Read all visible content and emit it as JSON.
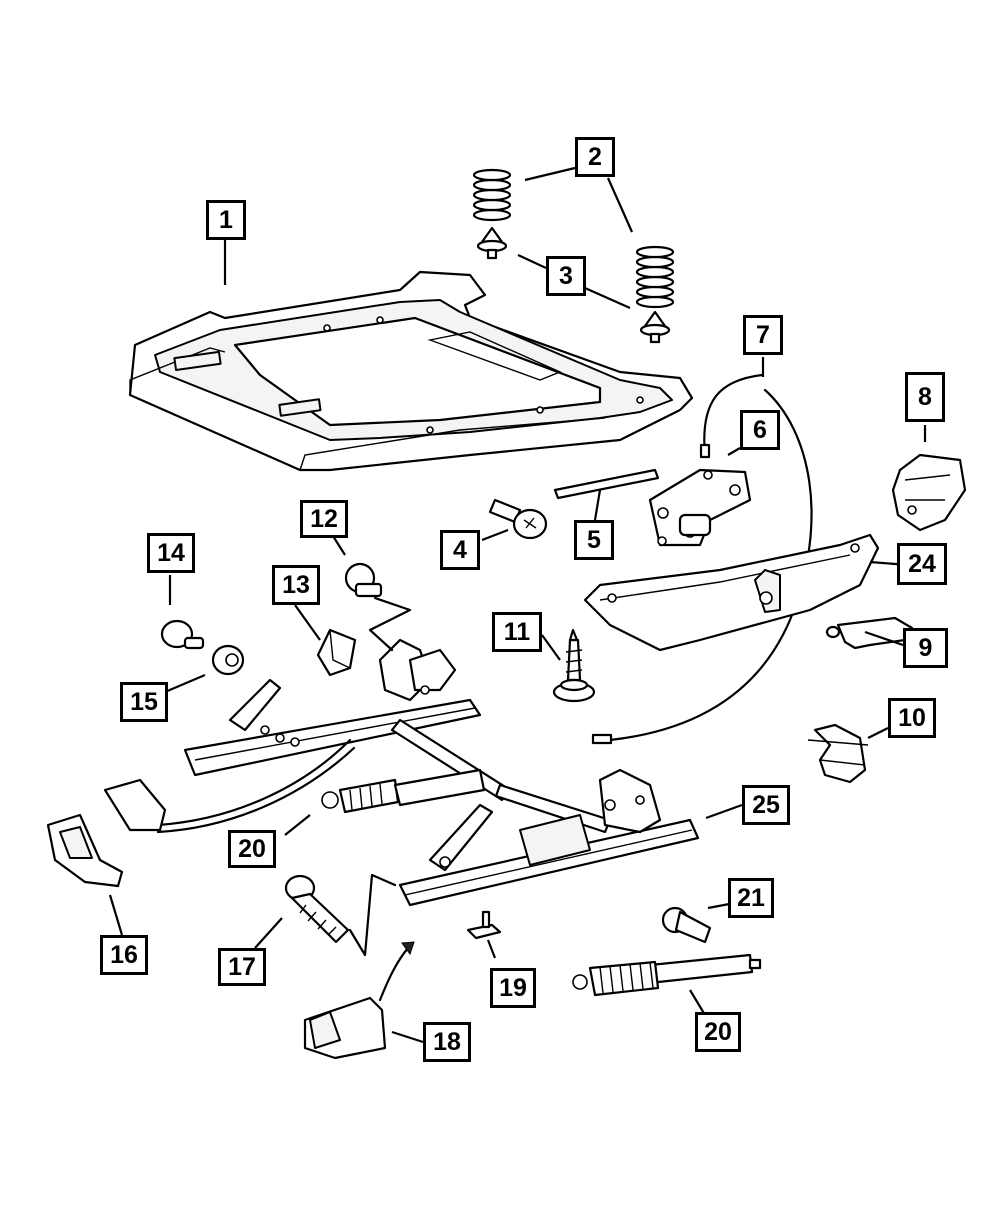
{
  "callouts": [
    {
      "id": "c1",
      "label": "1"
    },
    {
      "id": "c2",
      "label": "2"
    },
    {
      "id": "c3",
      "label": "3"
    },
    {
      "id": "c4",
      "label": "4"
    },
    {
      "id": "c5",
      "label": "5"
    },
    {
      "id": "c6",
      "label": "6"
    },
    {
      "id": "c7",
      "label": "7"
    },
    {
      "id": "c8",
      "label": "8"
    },
    {
      "id": "c9",
      "label": "9"
    },
    {
      "id": "c10",
      "label": "10"
    },
    {
      "id": "c11",
      "label": "11"
    },
    {
      "id": "c12",
      "label": "12"
    },
    {
      "id": "c13",
      "label": "13"
    },
    {
      "id": "c14",
      "label": "14"
    },
    {
      "id": "c15",
      "label": "15"
    },
    {
      "id": "c16",
      "label": "16"
    },
    {
      "id": "c17",
      "label": "17"
    },
    {
      "id": "c18",
      "label": "18"
    },
    {
      "id": "c19",
      "label": "19"
    },
    {
      "id": "c20a",
      "label": "20"
    },
    {
      "id": "c20b",
      "label": "20"
    },
    {
      "id": "c21",
      "label": "21"
    },
    {
      "id": "c24",
      "label": "24"
    },
    {
      "id": "c25",
      "label": "25"
    }
  ]
}
